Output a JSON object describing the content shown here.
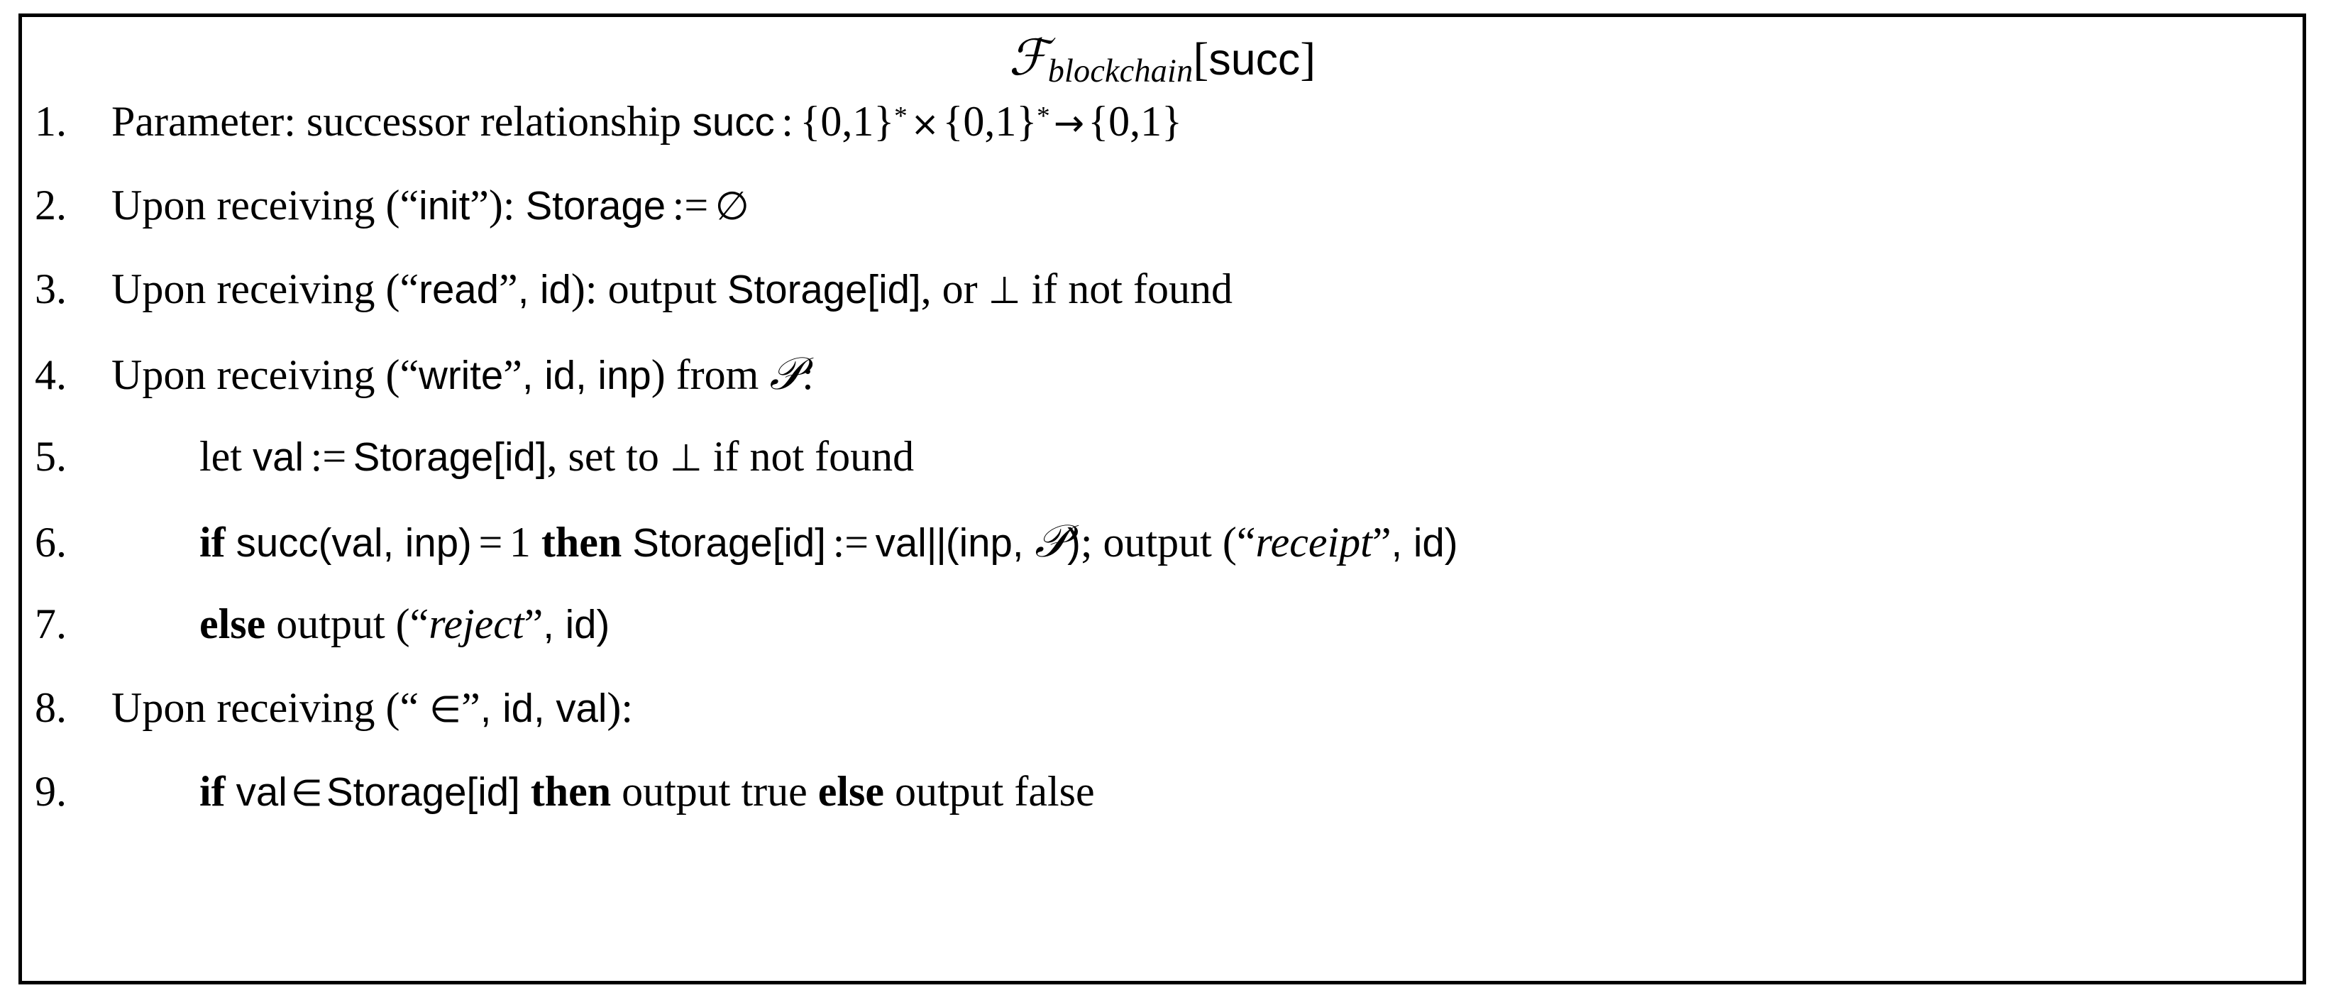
{
  "figure": {
    "kind": "ideal-functionality-pseudocode-box",
    "border_color": "#000000",
    "background_color": "#ffffff",
    "text_color": "#000000"
  },
  "title": {
    "functionality_symbol": "ℱ",
    "subscript": "blockchain",
    "parameter_open": "[",
    "parameter": "succ",
    "parameter_close": "]",
    "full_text": "ℱblockchain[succ]"
  },
  "lines": [
    {
      "number": "1.",
      "indent": 1,
      "text": "Parameter: successor relationship succ : {0,1}* × {0,1}* → {0,1}",
      "parts": {
        "lead": "Parameter: successor relationship",
        "func": "succ",
        "colon": ":",
        "set1": "{0,1}",
        "star1": "*",
        "times": "×",
        "set2": "{0,1}",
        "star2": "*",
        "arrow": "→",
        "set3": "{0,1}"
      }
    },
    {
      "number": "2.",
      "indent": 1,
      "text": "Upon receiving (“init”): Storage := ∅",
      "parts": {
        "lead": "Upon receiving (",
        "quote_open": "“",
        "msg": "init",
        "quote_close": "”",
        "after": "): ",
        "storage": "Storage",
        "assign": ":=",
        "value": "∅"
      }
    },
    {
      "number": "3.",
      "indent": 1,
      "text": "Upon receiving (“read”, id): output Storage[id], or ⊥ if not found",
      "parts": {
        "lead": "Upon receiving (",
        "quote_open": "“",
        "msg": "read",
        "quote_close": "”",
        "args": ", id",
        "after": "): output ",
        "storage": "Storage[id]",
        "tail_a": ", or ",
        "bot": "⊥",
        "tail_b": " if not found"
      }
    },
    {
      "number": "4.",
      "indent": 1,
      "text": "Upon receiving (“write”, id, inp) from 𝒫:",
      "parts": {
        "lead": "Upon receiving (",
        "quote_open": "“",
        "msg": "write",
        "quote_close": "”",
        "args": ", id, inp",
        "after": ") from ",
        "party": "𝒫",
        "colon": ":"
      }
    },
    {
      "number": "5.",
      "indent": 2,
      "text": "let val := Storage[id], set to ⊥ if not found",
      "parts": {
        "lead": "let ",
        "var": "val",
        "assign": ":=",
        "storage": "Storage[id]",
        "tail_a": ", set to ",
        "bot": "⊥",
        "tail_b": " if not found"
      }
    },
    {
      "number": "6.",
      "indent": 2,
      "text": "if succ(val, inp) = 1 then Storage[id] := val||(inp, 𝒫); output (“receipt”, id)",
      "parts": {
        "kw_if": "if",
        "cond": "succ(val, inp)",
        "eq": "=",
        "one": "1",
        "kw_then": "then",
        "storage": "Storage[id]",
        "assign": ":=",
        "rhs_val": "val",
        "concat": "||",
        "rhs_tuple_open": "(",
        "rhs_inp": "inp",
        "rhs_comma": ", ",
        "party": "𝒫",
        "rhs_tuple_close": ")",
        "semi": "; output (",
        "quote_open": "“",
        "msg": "receipt",
        "quote_close": "”",
        "args": ", id)"
      }
    },
    {
      "number": "7.",
      "indent": 2,
      "text": "else output (“reject”, id)",
      "parts": {
        "kw_else": "else",
        "lead": " output (",
        "quote_open": "“",
        "msg": "reject",
        "quote_close": "”",
        "args": ", id)"
      }
    },
    {
      "number": "8.",
      "indent": 1,
      "text": "Upon receiving (“ ∈”, id, val):",
      "parts": {
        "lead": "Upon receiving (",
        "quote_open": "“",
        "msg": "∈",
        "quote_close": "”",
        "args": ", id, val",
        "after": "):"
      }
    },
    {
      "number": "9.",
      "indent": 2,
      "text": "if val ∈ Storage[id] then output true else output false",
      "parts": {
        "kw_if": "if",
        "var": "val",
        "inmem": "∈",
        "storage": "Storage[id]",
        "kw_then": "then",
        "true_branch": "output true",
        "kw_else": "else",
        "false_branch": "output false"
      }
    }
  ]
}
